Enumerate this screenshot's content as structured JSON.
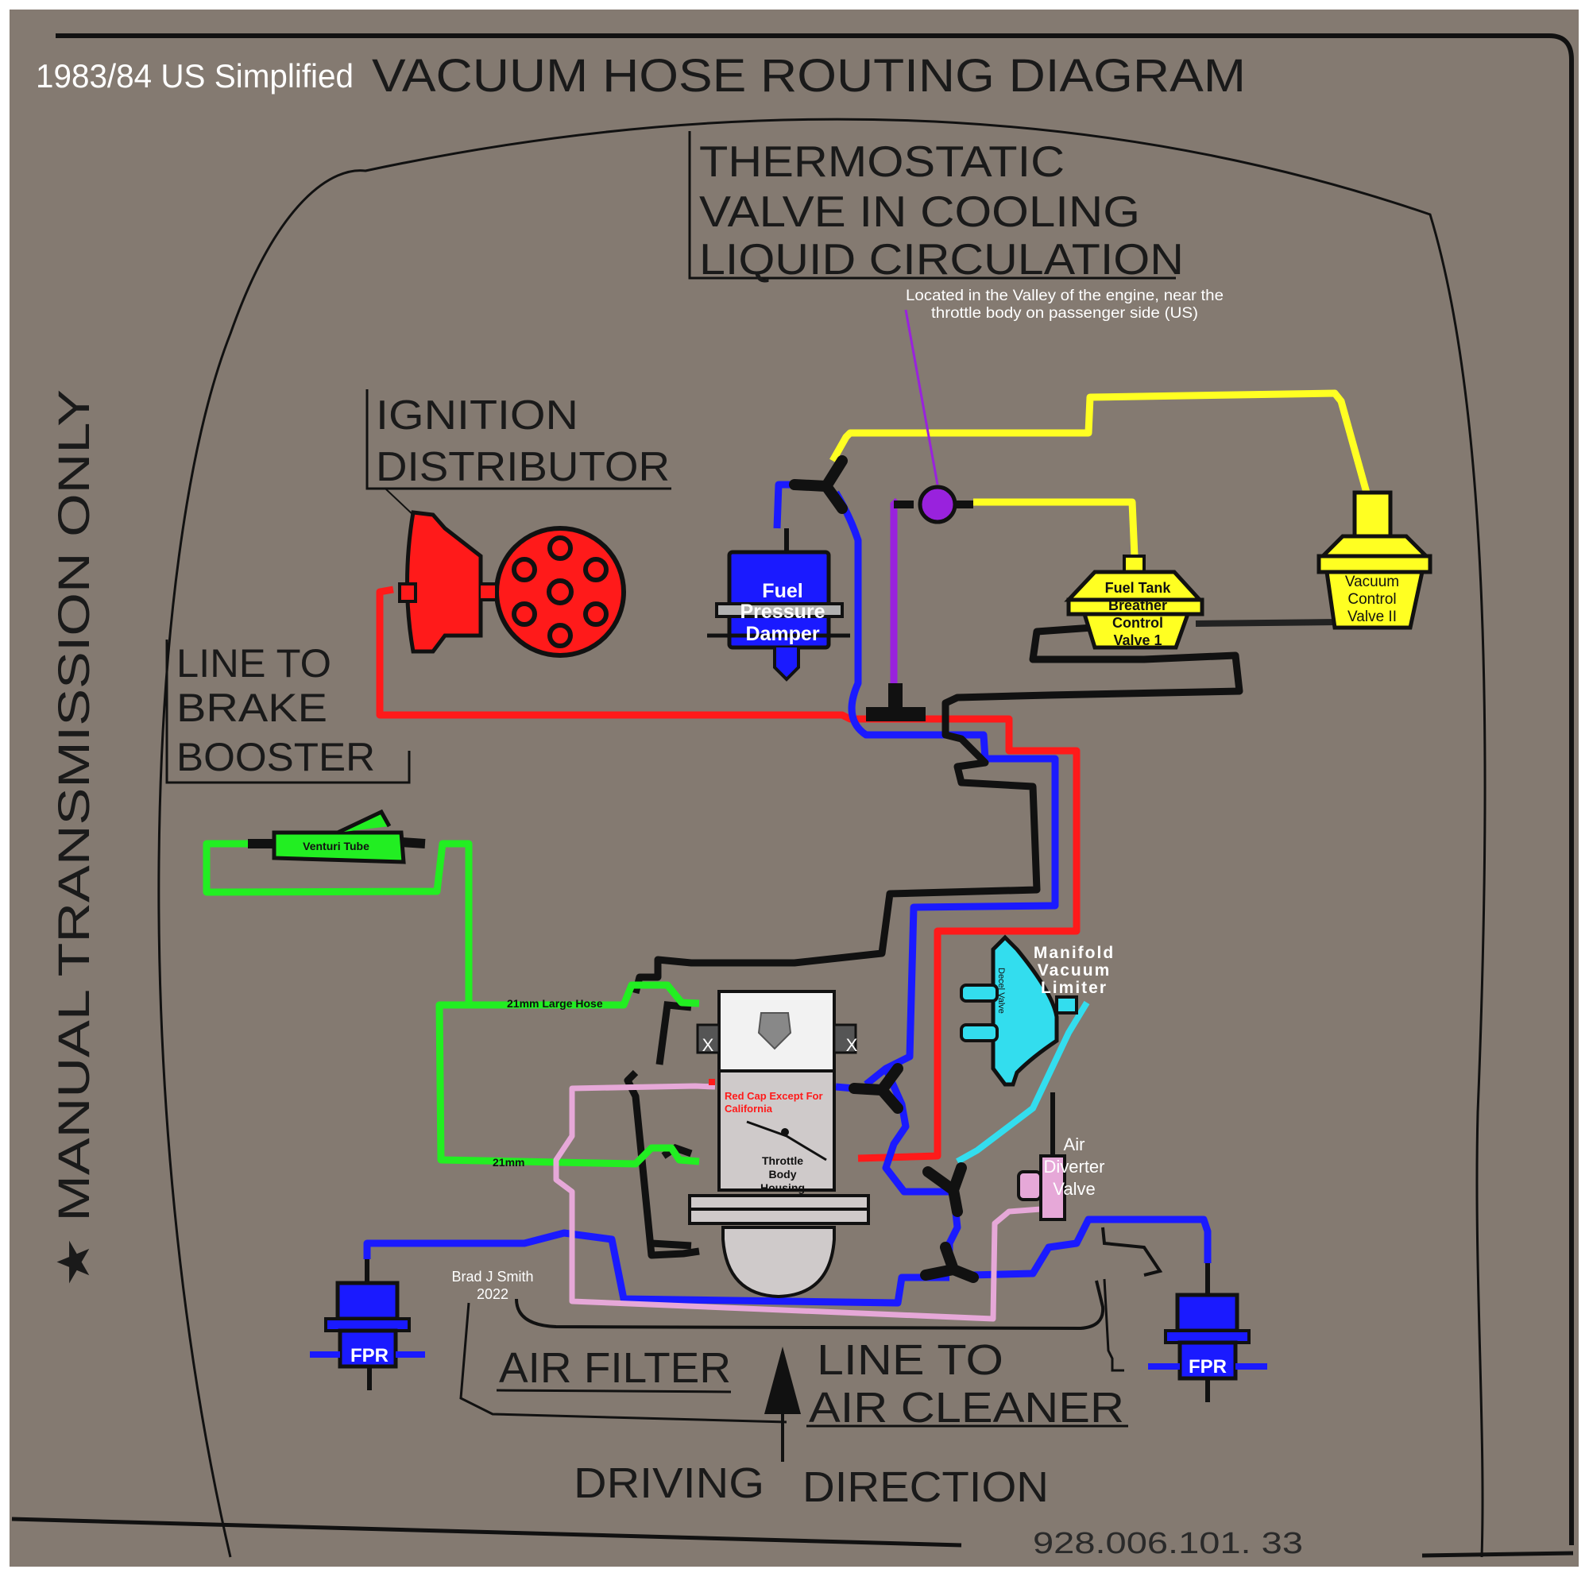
{
  "header": {
    "title_prefix": "1983/84 US Simplified",
    "title": "VACUUM HOSE ROUTING DIAGRAM"
  },
  "labels": {
    "thermostatic": [
      "THERMOSTATIC",
      "VALVE IN COOLING",
      "LIQUID CIRCULATION"
    ],
    "thermostatic_note": [
      "Located in the Valley of the engine, near the",
      "throttle body on passenger side (US)"
    ],
    "ignition": [
      "IGNITION",
      "DISTRIBUTOR"
    ],
    "brake": [
      "LINE TO",
      "BRAKE",
      "BOOSTER"
    ],
    "side_note": "★ MANUAL TRANSMISSION ONLY",
    "air_filter": "AIR FILTER",
    "air_cleaner": [
      "LINE TO",
      "AIR CLEANER"
    ],
    "driving": [
      "DRIVING",
      "DIRECTION"
    ],
    "part_number": "928.006.101. 33",
    "credit": [
      "Brad J Smith",
      "2022"
    ]
  },
  "components": {
    "fuel_pressure_damper": [
      "Fuel",
      "Pressure",
      "Damper"
    ],
    "fuel_tank_breather": [
      "Fuel Tank",
      "Breather",
      "Control",
      "Valve 1"
    ],
    "vacuum_control": [
      "Vacuum",
      "Control",
      "Valve II"
    ],
    "venturi": "Venturi Tube",
    "hose_large": "21mm Large Hose",
    "hose_small": "21mm",
    "manifold": [
      "Manifold",
      "Vacuum",
      "Limiter"
    ],
    "decel": "Decel Valve",
    "red_cap": [
      "Red Cap Except For",
      "California"
    ],
    "throttle": [
      "Throttle",
      "Body",
      "Housing"
    ],
    "air_diverter": [
      "Air",
      "Diverter",
      "Valve"
    ],
    "fpr_left": "FPR",
    "fpr_right": "FPR",
    "x_left": "X",
    "x_right": "X"
  },
  "colors": {
    "background": "#847a71",
    "red": "#ff1a1a",
    "blue": "#1a1aff",
    "green": "#22ee22",
    "yellow": "#ffff22",
    "purple": "#9922dd",
    "cyan": "#33ddee",
    "pink": "#e6a8d8",
    "black": "#111111"
  }
}
